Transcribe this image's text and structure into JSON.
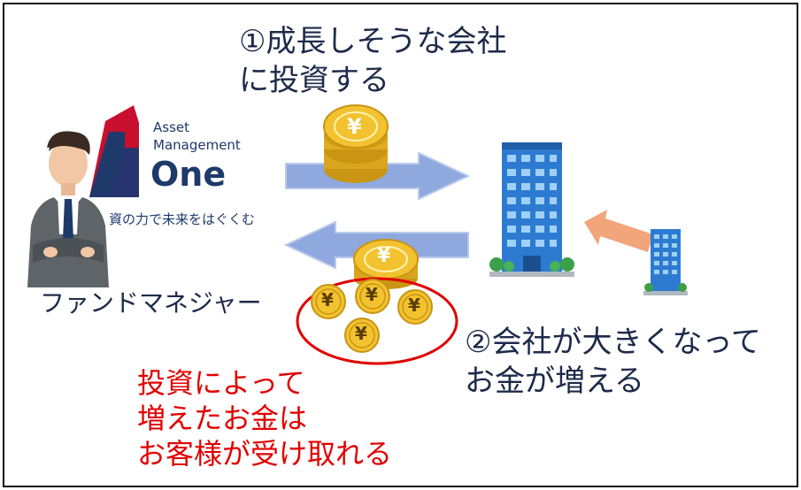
{
  "step1": {
    "line1": "①成長しそうな会社",
    "line2": "に投資する"
  },
  "step2": {
    "line1": "②会社が大きくなって",
    "line2": "お金が増える"
  },
  "result": {
    "line1": "投資によって",
    "line2": "増えたお金は",
    "line3": "お客様が受け取れる"
  },
  "logo": {
    "line1": "Asset",
    "line2": "Management",
    "line3": "One",
    "tagline": "資の力で未来をはぐくむ"
  },
  "person_label": "ファンドマネジャー",
  "coin_symbol": "¥",
  "colors": {
    "text_navy": "#1d2a4a",
    "accent_red": "#e10000",
    "arrow_blue": "#8fa9de",
    "arrow_orange": "#f2a47a",
    "coin_gold": "#f2c230",
    "building_blue": "#2d7bd1"
  }
}
